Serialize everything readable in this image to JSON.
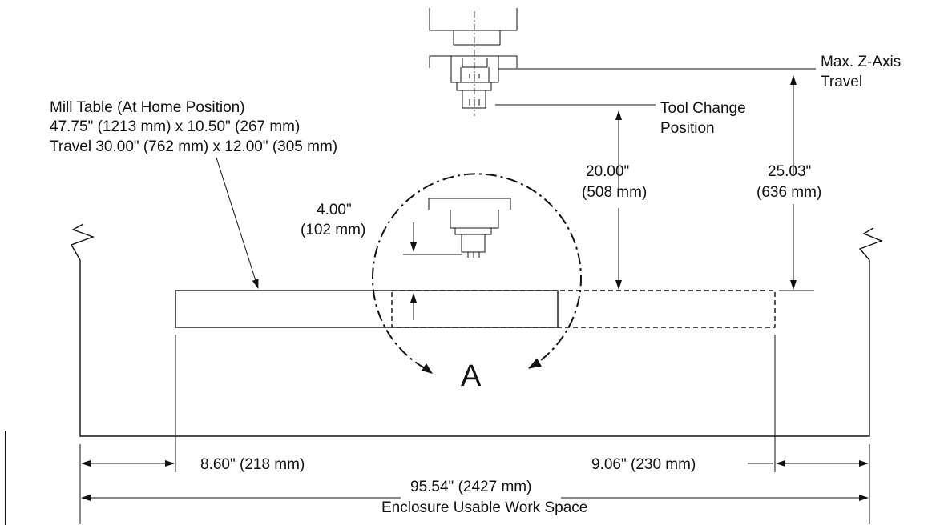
{
  "mill_table": {
    "title": "Mill Table (At Home Position)",
    "size": "47.75\" (1213 mm) x 10.50\" (267 mm)",
    "travel": "Travel 30.00\" (762 mm) x 12.00\" (305 mm)"
  },
  "max_z": {
    "line1": "Max. Z-Axis",
    "line2": "Travel"
  },
  "tool_change": {
    "line1": "Tool Change",
    "line2": "Position"
  },
  "dim_20": {
    "inch": "20.00\"",
    "mm": "(508 mm)"
  },
  "dim_25": {
    "inch": "25.03\"",
    "mm": "(636 mm)"
  },
  "dim_4": {
    "inch": "4.00\"",
    "mm": "(102 mm)"
  },
  "rotation_label": "A",
  "dim_left": "8.60\" (218 mm)",
  "dim_right": "9.06\" (230 mm)",
  "dim_total": "95.54\" (2427 mm)",
  "enclosure_label": "Enclosure Usable Work Space"
}
